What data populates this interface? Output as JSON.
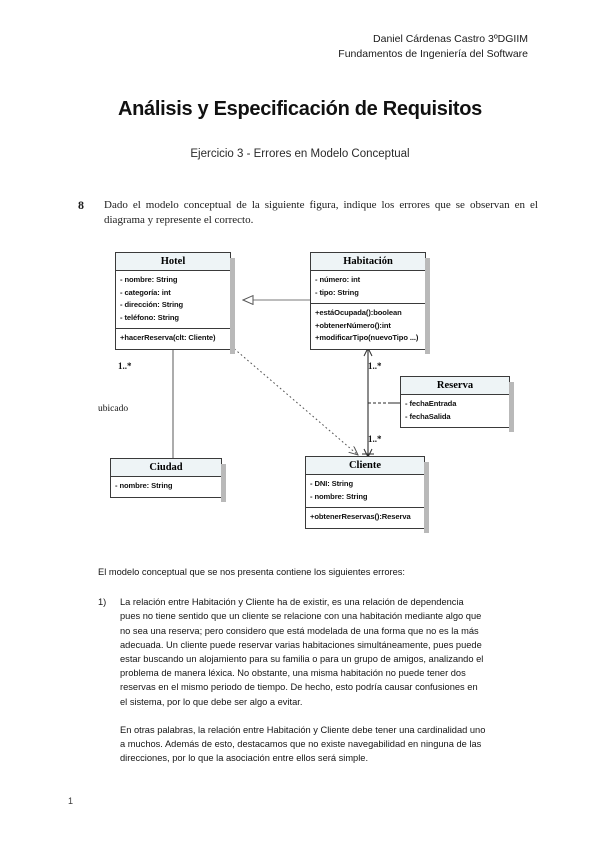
{
  "header": {
    "line1": "Daniel Cárdenas Castro 3ºDGIIM",
    "line2": "Fundamentos de Ingeniería del Software"
  },
  "title": "Análisis y Especificación de Requisitos",
  "subtitle": "Ejercicio 3 - Errores en Modelo Conceptual",
  "statement": {
    "number": "8",
    "text": "Dado el modelo conceptual de la siguiente figura, indique los errores que se observan en el diagrama y represente el correcto."
  },
  "diagram": {
    "classes": {
      "hotel": {
        "name": "Hotel",
        "attributes": [
          "- nombre: String",
          "- categoría: int",
          "- dirección: String",
          "- teléfono: String"
        ],
        "methods": [
          "+hacerReserva(clt: Cliente)"
        ]
      },
      "habitacion": {
        "name": "Habitación",
        "attributes": [
          "- número: int",
          "- tipo: String"
        ],
        "methods": [
          "+estáOcupada():boolean",
          "+obtenerNúmero():int",
          "+modificarTipo(nuevoTipo ...)"
        ]
      },
      "reserva": {
        "name": "Reserva",
        "attributes": [
          "- fechaEntrada",
          "- fechaSalida"
        ],
        "methods": []
      },
      "cliente": {
        "name": "Cliente",
        "attributes": [
          "- DNI: String",
          "- nombre: String"
        ],
        "methods": [
          "+obtenerReservas():Reserva"
        ]
      },
      "ciudad": {
        "name": "Ciudad",
        "attributes": [
          "- nombre: String"
        ],
        "methods": []
      }
    },
    "multiplicities": {
      "hotel_ciudad": "1..*",
      "habitacion_top": "1..*",
      "habitacion_bottom": "1..*"
    },
    "labels": {
      "ubicado": "ubicado"
    }
  },
  "prose": {
    "lead": "El modelo conceptual que se nos presenta contiene los siguientes errores:",
    "items": [
      {
        "marker": "1)",
        "paragraphs": [
          "La relación entre Habitación y Cliente ha de existir, es una relación de dependencia pues no tiene sentido que un cliente se relacione con una habitación mediante algo que no sea una reserva; pero considero que está modelada de una forma que no es la más adecuada. Un cliente puede reservar varias habitaciones simultáneamente, pues puede estar buscando un alojamiento para su familia o para un grupo de amigos, analizando el problema de manera léxica. No obstante, una misma habitación no puede tener dos reservas en el mismo periodo de tiempo. De hecho, esto podría causar confusiones en el sistema, por lo que debe ser algo a evitar.",
          "En otras palabras, la relación entre Habitación y Cliente debe tener una cardinalidad uno a muchos. Además de esto, destacamos que no existe navegabilidad en ninguna de las direcciones, por lo que la asociación entre ellos será simple."
        ]
      }
    ]
  },
  "page_number": "1"
}
